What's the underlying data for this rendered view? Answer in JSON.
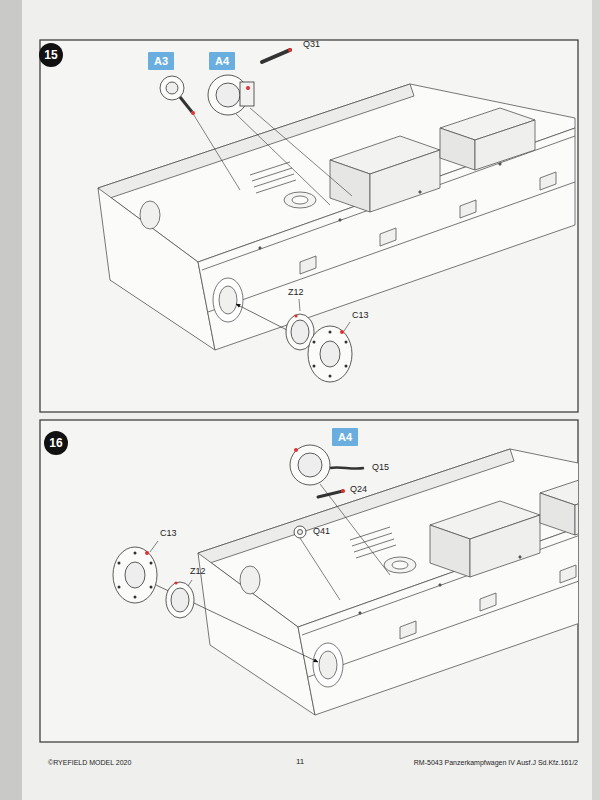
{
  "diagram": {
    "nodes": [
      {
        "text": [
          "15"
        ]
      },
      {
        "text": [
          "A3"
        ]
      },
      {
        "text": [
          "A4"
        ]
      },
      {
        "text": [
          "16"
        ]
      },
      {
        "text": [
          "A4"
        ]
      }
    ],
    "labels": [
      "Q31",
      "Z12",
      "C13",
      "Q15",
      "Q24",
      "Q41",
      "C13",
      "Z12",
      "©RYEFIELD MODEL 2020",
      "11",
      "RM-5043 Panzerkampfwagen IV Ausf.J Sd.Kfz.161/2"
    ]
  }
}
